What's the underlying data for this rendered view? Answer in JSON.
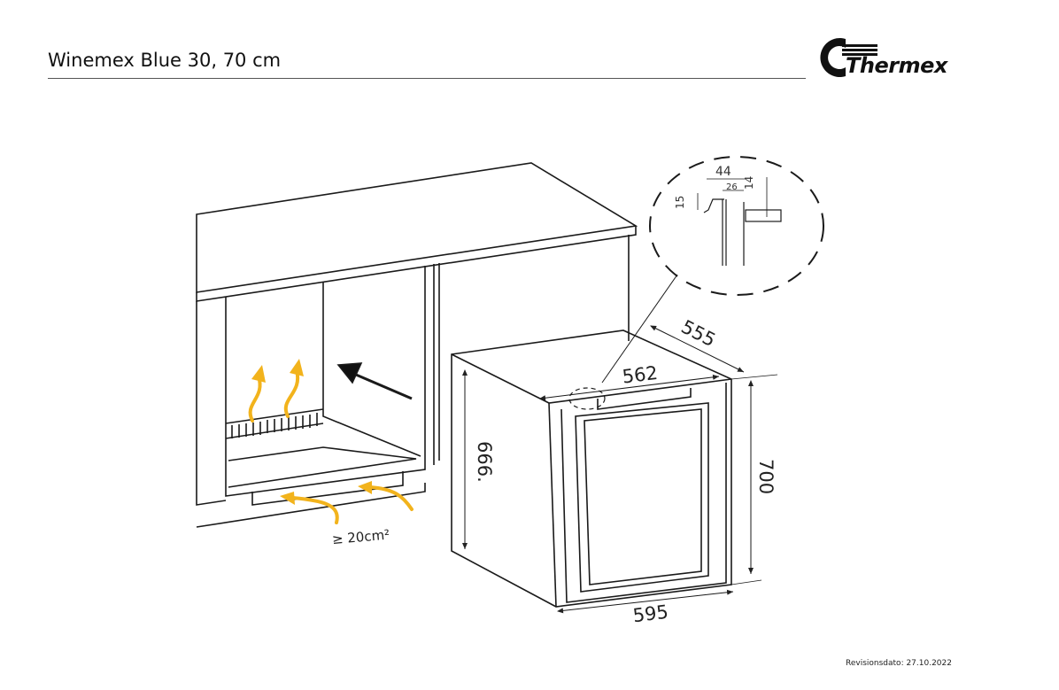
{
  "header": {
    "title": "Winemex Blue 30, 70 cm",
    "logo_text": "Thermex"
  },
  "drawing": {
    "dimensions": {
      "depth": "555",
      "inner_width": "562",
      "height": "700",
      "inner_height": "666.",
      "width": "595"
    },
    "detail": {
      "width_total": "44",
      "width_inner": "26",
      "offset_left": "15",
      "offset_right": "14"
    },
    "ventilation_label": "≥ 20cm²",
    "colors": {
      "airflow": "#f2b31c",
      "line": "#1a1a1a"
    }
  },
  "footer": {
    "revision": "Revisionsdato: 27.10.2022"
  }
}
